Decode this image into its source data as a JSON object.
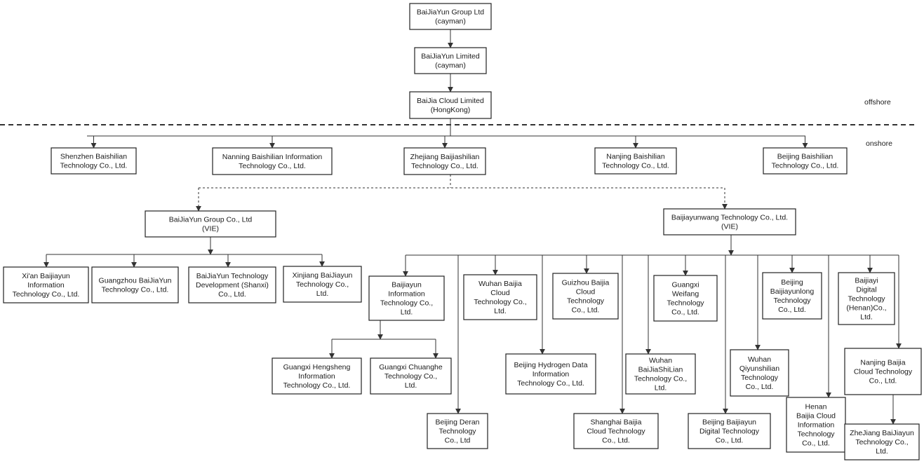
{
  "zones": {
    "offshore": "offshore",
    "onshore": "onshore"
  },
  "entities": {
    "group_cayman": [
      "BaiJiaYun Group Ltd",
      "(cayman)"
    ],
    "limited_cayman": [
      "BaiJiaYun Limited",
      "(cayman)"
    ],
    "cloud_hk": [
      "BaiJia Cloud Limited",
      "(HongKong)"
    ],
    "shenzhen": [
      "Shenzhen Baishilian",
      "Technology Co., Ltd."
    ],
    "nanning": [
      "Nanning Baishilian Information",
      "Technology Co., Ltd."
    ],
    "zhejiang": [
      "Zhejiang Baijiashilian",
      "Technology Co., Ltd."
    ],
    "nanjing": [
      "Nanjing Baishilian",
      "Technology Co., Ltd."
    ],
    "beijing_baishilian": [
      "Beijing Baishilian",
      "Technology Co., Ltd."
    ],
    "vie_group": [
      "BaiJiaYun Group Co., Ltd",
      "(VIE)"
    ],
    "vie_wang": [
      "Baijiayunwang Technology Co., Ltd.",
      "(VIE)"
    ],
    "xian": [
      "Xi'an Baijiayun",
      "Information",
      "Technology Co., Ltd."
    ],
    "guangzhou": [
      "Guangzhou BaiJiaYun",
      "Technology Co., Ltd."
    ],
    "shanxi": [
      "BaiJiaYun Technology",
      "Development (Shanxi)",
      "Co., Ltd."
    ],
    "xinjiang": [
      "Xinjiang BaiJiayun",
      "Technology Co.,",
      "Ltd."
    ],
    "baijiayun_info": [
      "Baijiayun",
      "Information",
      "Technology Co.,",
      "Ltd."
    ],
    "gx_hengsheng": [
      "Guangxi Hengsheng",
      "Information",
      "Technology Co., Ltd."
    ],
    "gx_chuanghe": [
      "Guangxi Chuanghe",
      "Technology Co.,",
      "Ltd."
    ],
    "bj_deran": [
      "Beijing Deran",
      "Technology",
      "Co., Ltd"
    ],
    "wuhan_cloud": [
      "Wuhan Baijia",
      "Cloud",
      "Technology Co.,",
      "Ltd."
    ],
    "bj_hydrogen": [
      "Beijing Hydrogen Data",
      "Information",
      "Technology Co., Ltd."
    ],
    "guizhou": [
      "Guizhou Baijia",
      "Cloud",
      "Technology",
      "Co., Ltd."
    ],
    "shanghai": [
      "Shanghai Baijia",
      "Cloud Technology",
      "Co., Ltd."
    ],
    "wuhan_shilian": [
      "Wuhan",
      "BaiJiaShiLian",
      "Technology Co.,",
      "Ltd."
    ],
    "gx_weifang": [
      "Guangxi",
      "Weifang",
      "Technology",
      "Co., Ltd."
    ],
    "bj_digital": [
      "Beijing Baijiayun",
      "Digital Technology",
      "Co., Ltd."
    ],
    "wuhan_qiyun": [
      "Wuhan",
      "Qiyunshilian",
      "Technology",
      "Co., Ltd."
    ],
    "bj_yunlong": [
      "Beijing",
      "Baijiayunlong",
      "Technology",
      "Co., Ltd."
    ],
    "henan_cloud": [
      "Henan",
      "Baijia Cloud",
      "Information",
      "Technology",
      "Co., Ltd."
    ],
    "baijiayi": [
      "Baijiayi",
      "Digital",
      "Technology",
      "(Henan)Co.,",
      "Ltd."
    ],
    "nanjing_cloud": [
      "Nanjing Baijia",
      "Cloud Technology",
      "Co., Ltd."
    ],
    "zj_baijiayun": [
      "ZheJiang BaiJiayun",
      "Technology Co.,",
      "Ltd."
    ]
  },
  "relations": [
    {
      "from": "group_cayman",
      "to": "limited_cayman",
      "type": "ownership"
    },
    {
      "from": "limited_cayman",
      "to": "cloud_hk",
      "type": "ownership"
    },
    {
      "from": "cloud_hk",
      "to": "shenzhen",
      "type": "ownership"
    },
    {
      "from": "cloud_hk",
      "to": "nanning",
      "type": "ownership"
    },
    {
      "from": "cloud_hk",
      "to": "zhejiang",
      "type": "ownership"
    },
    {
      "from": "cloud_hk",
      "to": "nanjing",
      "type": "ownership"
    },
    {
      "from": "cloud_hk",
      "to": "beijing_baishilian",
      "type": "ownership"
    },
    {
      "from": "zhejiang",
      "to": "vie_group",
      "type": "contractual"
    },
    {
      "from": "zhejiang",
      "to": "vie_wang",
      "type": "contractual"
    },
    {
      "from": "vie_group",
      "to": "xian",
      "type": "ownership"
    },
    {
      "from": "vie_group",
      "to": "guangzhou",
      "type": "ownership"
    },
    {
      "from": "vie_group",
      "to": "shanxi",
      "type": "ownership"
    },
    {
      "from": "vie_group",
      "to": "xinjiang",
      "type": "ownership"
    },
    {
      "from": "vie_wang",
      "to": "baijiayun_info",
      "type": "ownership"
    },
    {
      "from": "vie_wang",
      "to": "bj_deran",
      "type": "ownership"
    },
    {
      "from": "vie_wang",
      "to": "wuhan_cloud",
      "type": "ownership"
    },
    {
      "from": "vie_wang",
      "to": "bj_hydrogen",
      "type": "ownership"
    },
    {
      "from": "vie_wang",
      "to": "guizhou",
      "type": "ownership"
    },
    {
      "from": "vie_wang",
      "to": "shanghai",
      "type": "ownership"
    },
    {
      "from": "vie_wang",
      "to": "wuhan_shilian",
      "type": "ownership"
    },
    {
      "from": "vie_wang",
      "to": "gx_weifang",
      "type": "ownership"
    },
    {
      "from": "vie_wang",
      "to": "bj_digital",
      "type": "ownership"
    },
    {
      "from": "vie_wang",
      "to": "wuhan_qiyun",
      "type": "ownership"
    },
    {
      "from": "vie_wang",
      "to": "bj_yunlong",
      "type": "ownership"
    },
    {
      "from": "vie_wang",
      "to": "henan_cloud",
      "type": "ownership"
    },
    {
      "from": "vie_wang",
      "to": "baijiayi",
      "type": "ownership"
    },
    {
      "from": "vie_wang",
      "to": "nanjing_cloud",
      "type": "ownership"
    },
    {
      "from": "baijiayun_info",
      "to": "gx_hengsheng",
      "type": "ownership"
    },
    {
      "from": "baijiayun_info",
      "to": "gx_chuanghe",
      "type": "ownership"
    },
    {
      "from": "nanjing_cloud",
      "to": "zj_baijiayun",
      "type": "ownership"
    }
  ]
}
